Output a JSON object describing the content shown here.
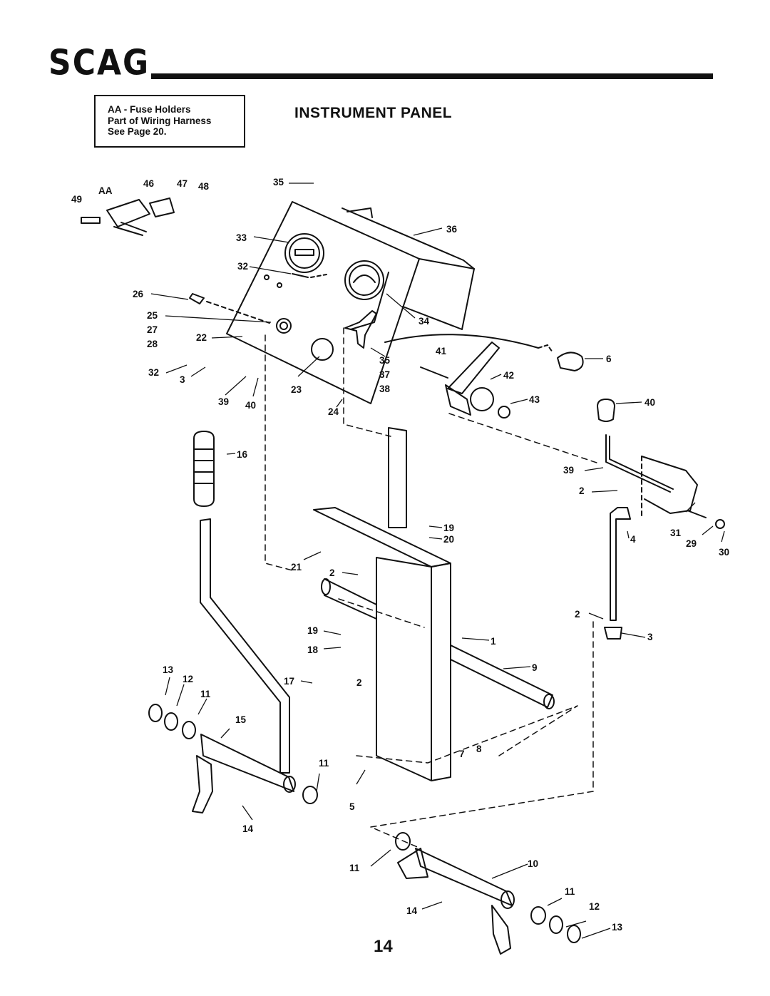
{
  "brand": "SCAG",
  "title": "INSTRUMENT PANEL",
  "note": {
    "lines": [
      "AA - Fuse Holders",
      "Part of Wiring Harness",
      "See Page 20."
    ]
  },
  "page_number": "14",
  "callouts": {
    "c35a": "35",
    "c36": "36",
    "c33": "33",
    "c32a": "32",
    "c34": "34",
    "c26": "26",
    "c25": "25",
    "c27": "27",
    "c28": "28",
    "c22": "22",
    "c32b": "32",
    "c3a": "3",
    "c39a": "39",
    "c40a": "40",
    "c23": "23",
    "c24": "24",
    "c35b": "35",
    "c37": "37",
    "c38": "38",
    "c41": "41",
    "c42": "42",
    "c43": "43",
    "c6": "6",
    "c40b": "40",
    "c39b": "39",
    "c46": "46",
    "c47": "47",
    "c48": "48",
    "c49": "49",
    "cAA": "AA",
    "c16": "16",
    "c2a": "2",
    "c31": "31",
    "c29": "29",
    "c30": "30",
    "c4": "4",
    "c19a": "19",
    "c20": "20",
    "c21": "21",
    "c2b": "2",
    "c2c": "2",
    "c3b": "3",
    "c19b": "19",
    "c18": "18",
    "c1": "1",
    "c9": "9",
    "c17": "17",
    "c2d": "2",
    "c13a": "13",
    "c12a": "12",
    "c11a": "11",
    "c15": "15",
    "c7": "7",
    "c8": "8",
    "c11b": "11",
    "c5": "5",
    "c14a": "14",
    "c11c": "11",
    "c10": "10",
    "c14b": "14",
    "c11d": "11",
    "c12b": "12",
    "c13b": "13"
  }
}
